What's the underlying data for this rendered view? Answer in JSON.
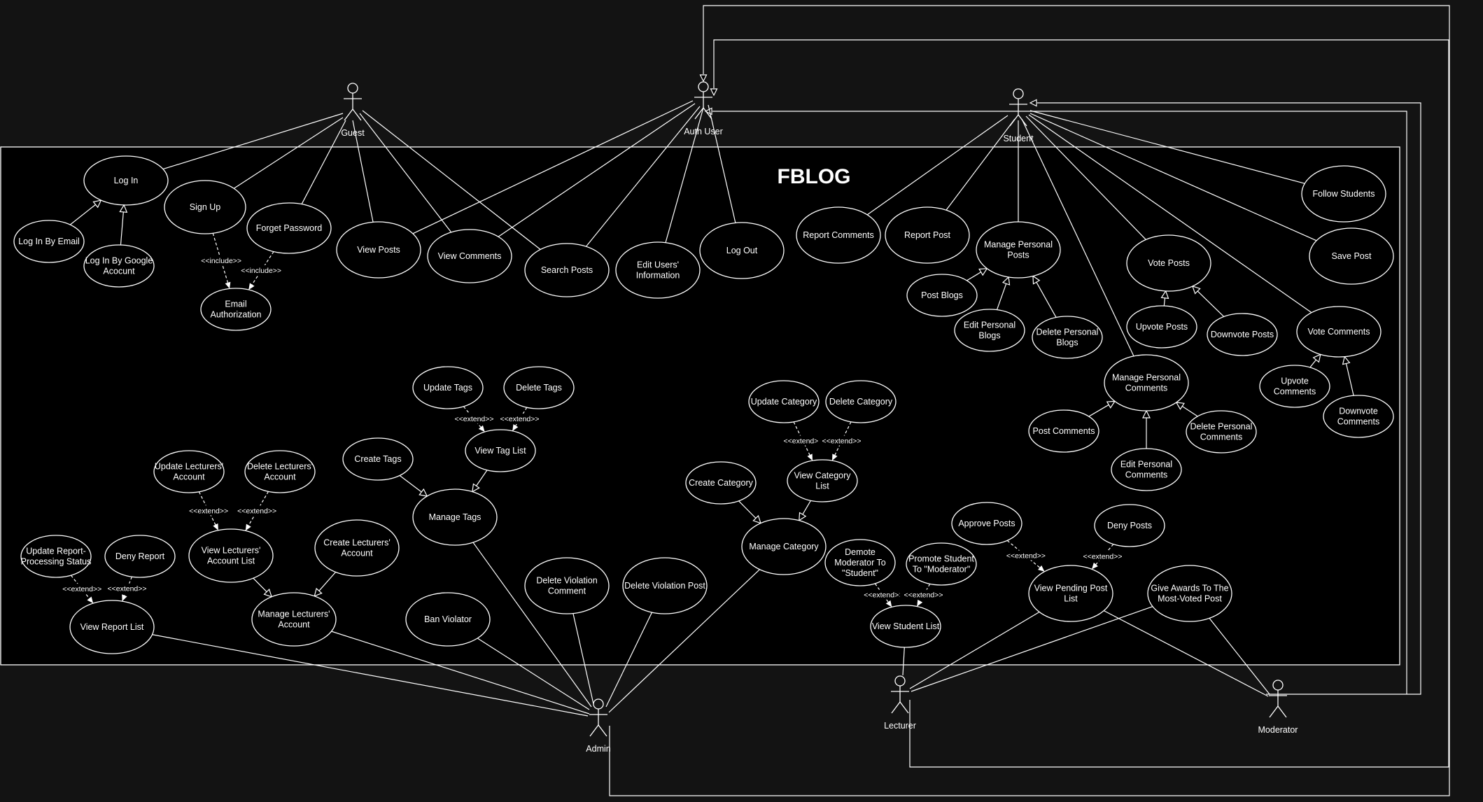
{
  "system": {
    "title": "FBLOG"
  },
  "actors": {
    "guest": "Guest",
    "auth_user": "Auth User",
    "student": "Student",
    "admin": "Admin",
    "lecturer": "Lecturer",
    "moderator": "Moderator"
  },
  "stereotypes": {
    "include": "<<include>>",
    "extend": "<<extend>>"
  },
  "use_cases": {
    "log_in": [
      "Log In"
    ],
    "log_in_email": [
      "Log In By Email"
    ],
    "log_in_google": [
      "Log In By Google",
      "Acocunt"
    ],
    "sign_up": [
      "Sign Up"
    ],
    "forget_password": [
      "Forget Password"
    ],
    "email_auth": [
      "Email",
      "Authorization"
    ],
    "view_posts": [
      "View Posts"
    ],
    "view_comments": [
      "View Comments"
    ],
    "search_posts": [
      "Search Posts"
    ],
    "edit_users_info": [
      "Edit Users'",
      "Information"
    ],
    "log_out": [
      "Log Out"
    ],
    "report_comments": [
      "Report Comments"
    ],
    "report_post": [
      "Report Post"
    ],
    "manage_personal_posts": [
      "Manage Personal",
      "Posts"
    ],
    "post_blogs": [
      "Post Blogs"
    ],
    "edit_personal_blogs": [
      "Edit Personal",
      "Blogs"
    ],
    "delete_personal_blogs": [
      "Delete Personal",
      "Blogs"
    ],
    "vote_posts": [
      "Vote Posts"
    ],
    "upvote_posts": [
      "Upvote Posts"
    ],
    "downvote_posts": [
      "Downvote Posts"
    ],
    "follow_students": [
      "Follow Students"
    ],
    "save_post": [
      "Save Post"
    ],
    "vote_comments": [
      "Vote Comments"
    ],
    "upvote_comments": [
      "Upvote",
      "Comments"
    ],
    "downvote_comments": [
      "Downvote",
      "Comments"
    ],
    "manage_personal_comments": [
      "Manage Personal",
      "Comments"
    ],
    "post_comments": [
      "Post Comments"
    ],
    "edit_personal_comments": [
      "Edit Personal",
      "Comments"
    ],
    "delete_personal_comments": [
      "Delete Personal",
      "Comments"
    ],
    "update_tags": [
      "Update Tags"
    ],
    "delete_tags": [
      "Delete Tags"
    ],
    "view_tag_list": [
      "View Tag List"
    ],
    "create_tags": [
      "Create Tags"
    ],
    "manage_tags": [
      "Manage Tags"
    ],
    "update_category": [
      "Update Category"
    ],
    "delete_category": [
      "Delete Category"
    ],
    "view_category_list": [
      "View Category",
      "List"
    ],
    "create_category": [
      "Create Category"
    ],
    "manage_category": [
      "Manage Category"
    ],
    "update_lecturers": [
      "Update Lecturers'",
      "Account"
    ],
    "delete_lecturers": [
      "Delete Lecturers'",
      "Account"
    ],
    "view_lecturers_list": [
      "View Lecturers'",
      "Account List"
    ],
    "create_lecturers": [
      "Create Lecturers'",
      "Account"
    ],
    "manage_lecturers": [
      "Manage Lecturers'",
      "Account"
    ],
    "update_report_status": [
      "Update Report-",
      "Processing Status"
    ],
    "deny_report": [
      "Deny Report"
    ],
    "view_report_list": [
      "View Report List"
    ],
    "ban_violator": [
      "Ban Violator"
    ],
    "delete_violation_comment": [
      "Delete Violation",
      "Comment"
    ],
    "delete_violation_post": [
      "Delete Violation Post"
    ],
    "demote_moderator": [
      "Demote",
      "Moderator To",
      "\"Student\""
    ],
    "promote_student": [
      "Promote Student",
      "To \"Moderator\""
    ],
    "view_student_list": [
      "View Student List"
    ],
    "approve_posts": [
      "Approve Posts"
    ],
    "deny_posts": [
      "Deny Posts"
    ],
    "view_pending_post_list": [
      "View Pending Post",
      "List"
    ],
    "give_awards": [
      "Give Awards To The",
      "Most-Voted Post"
    ]
  }
}
